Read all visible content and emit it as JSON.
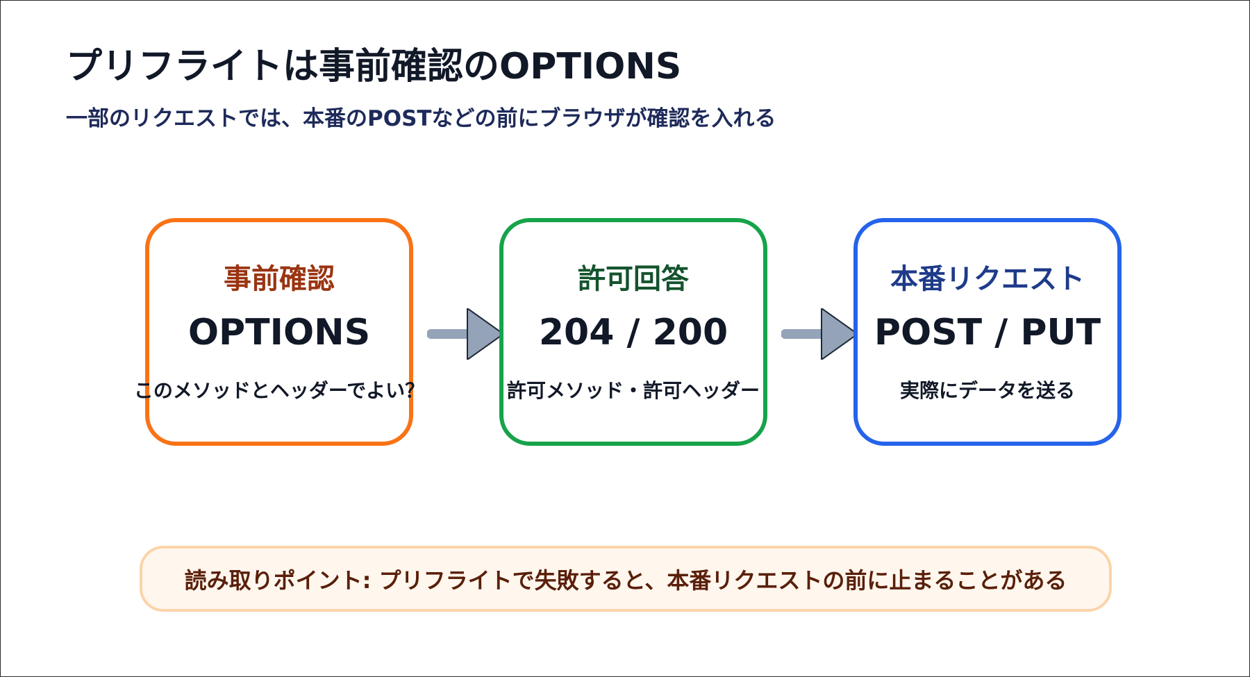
{
  "title": "プリフライトは事前確認のOPTIONS",
  "subtitle": "一部のリクエストでは、本番のPOSTなどの前にブラウザが確認を入れる",
  "steps": [
    {
      "label": "事前確認",
      "main": "OPTIONS",
      "note": "このメソッドとヘッダーでよい？",
      "border_color": "#f97316",
      "label_color": "#9a3412"
    },
    {
      "label": "許可回答",
      "main": "204 / 200",
      "note": "許可メソッド・許可ヘッダー",
      "border_color": "#16a34a",
      "label_color": "#14532d"
    },
    {
      "label": "本番リクエスト",
      "main": "POST / PUT",
      "note": "実際にデータを送る",
      "border_color": "#2563eb",
      "label_color": "#1e3a8a"
    }
  ],
  "arrow_color": "#94a3b8",
  "callout": {
    "text": "読み取りポイント: プリフライトで失敗すると、本番リクエストの前に止まることがある",
    "background": "#fff7ee",
    "border_color": "#fbd4a8"
  }
}
